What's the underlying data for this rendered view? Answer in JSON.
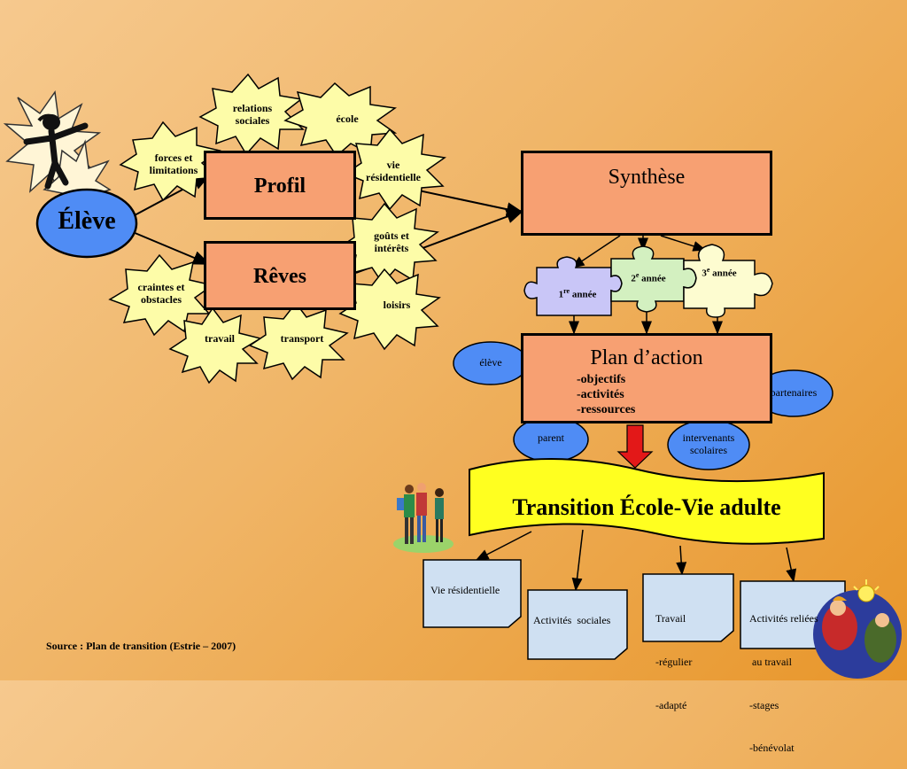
{
  "eleve": "Élève",
  "profil": "Profil",
  "reves": "Rêves",
  "profil_items": {
    "relations": [
      "relations",
      "sociales"
    ],
    "ecole": "école",
    "forces": [
      "forces et",
      "limitations"
    ],
    "vie": [
      "vie",
      "résidentielle"
    ],
    "gouts": [
      "goûts et",
      "intérêts"
    ],
    "loisirs": "loisirs"
  },
  "reves_items": {
    "craintes": [
      "craintes et",
      "obstacles"
    ],
    "travail": "travail",
    "transport": "transport"
  },
  "synthese": "Synthèse",
  "years": {
    "y1": {
      "num": "1",
      "sup": "re",
      "word": " année"
    },
    "y2": {
      "num": "2",
      "sup": "e",
      "word": " année"
    },
    "y3": {
      "num": "3",
      "sup": "e",
      "word": " année"
    }
  },
  "plan": {
    "title": "Plan d’action",
    "items": [
      "-objectifs",
      "-activités",
      "-ressources"
    ]
  },
  "actors": {
    "eleve": "élève",
    "parent": "parent",
    "partenaires": "partenaires",
    "intervenants": [
      "intervenants",
      "scolaires"
    ]
  },
  "transition": "Transition École-Vie adulte",
  "outcomes": {
    "vie": "Vie résidentielle",
    "activites": "Activités  sociales",
    "travail": [
      "Travail",
      "-régulier",
      "-adapté"
    ],
    "activites_reliees": [
      "Activités reliées",
      " au travail",
      "-stages",
      "-bénévolat"
    ]
  },
  "source": "Source : Plan de transition (Estrie – 2007)",
  "colors": {
    "box": "#f7a072",
    "burst": "#fdfca8",
    "ellipse": "#4f8cf5",
    "banner": "#ffff20",
    "note": "#cfe0f2",
    "puzzle1": "#c9c6f7",
    "puzzle2": "#d3f0c0",
    "puzzle3": "#fdfcd0",
    "arrow_red": "#e31818"
  }
}
